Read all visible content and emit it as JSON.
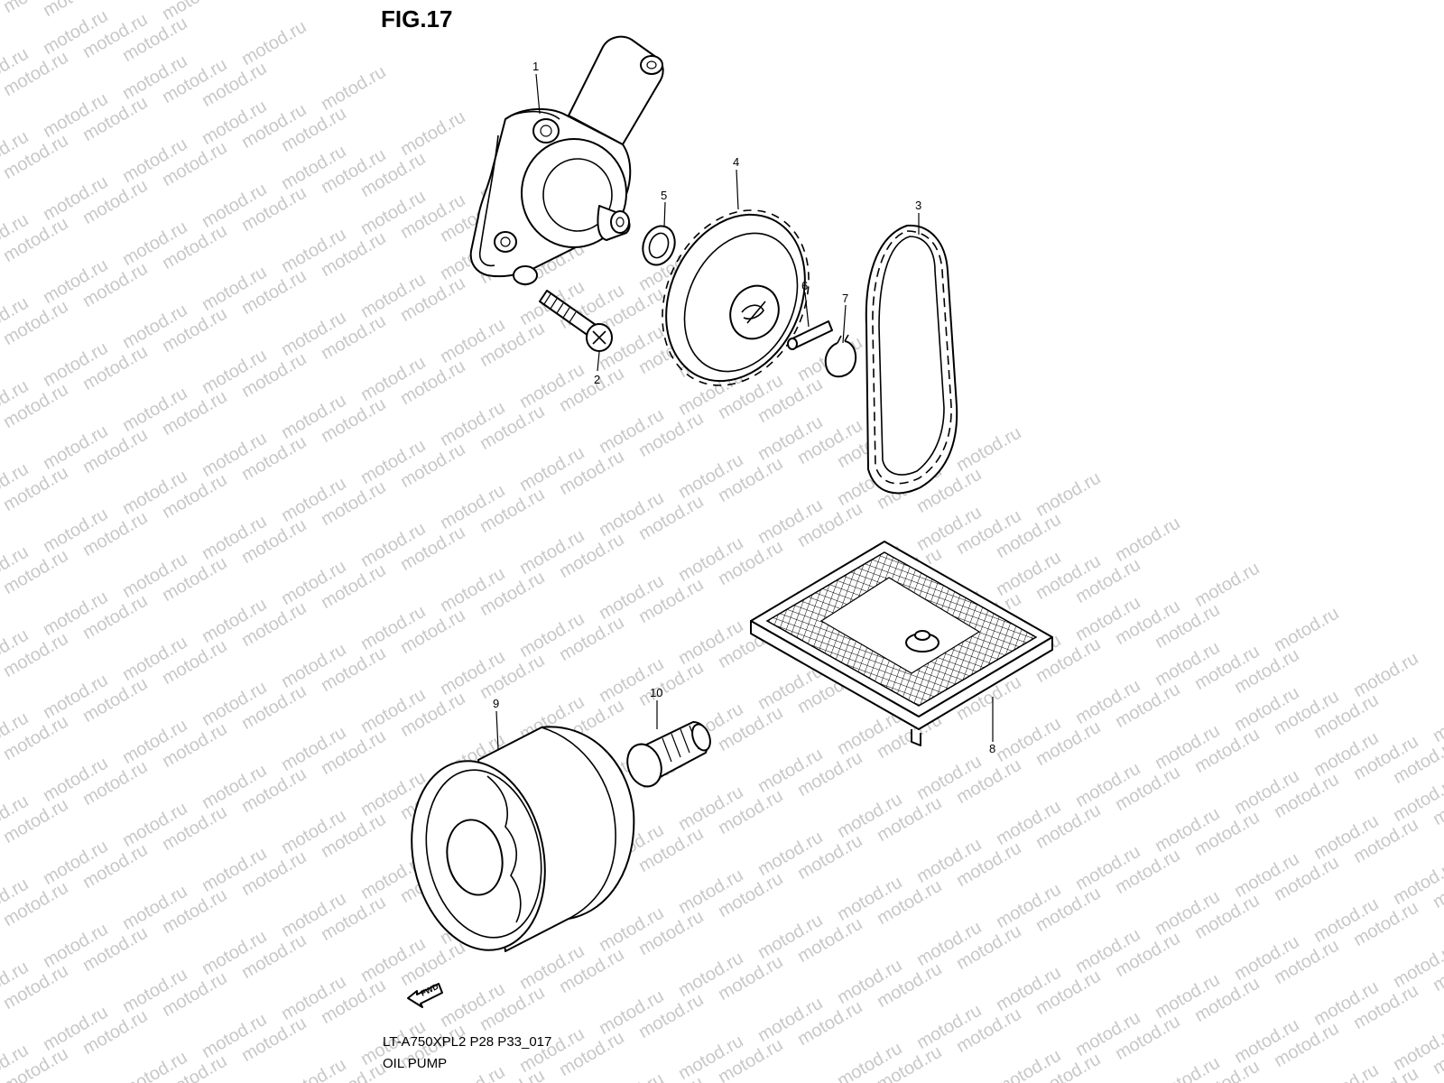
{
  "figure": {
    "title": "FIG.17",
    "watermark_text": "motod.ru",
    "model_code": "LT-A750XPL2 P28 P33_017",
    "assembly_name": "OIL PUMP",
    "direction_marker": "FWD"
  },
  "callouts": [
    {
      "id": "1",
      "label": "1",
      "part": "oil-pump-body"
    },
    {
      "id": "2",
      "label": "2",
      "part": "pump-screw"
    },
    {
      "id": "3",
      "label": "3",
      "part": "drive-chain"
    },
    {
      "id": "4",
      "label": "4",
      "part": "driven-sprocket"
    },
    {
      "id": "5",
      "label": "5",
      "part": "washer"
    },
    {
      "id": "6",
      "label": "6",
      "part": "pin"
    },
    {
      "id": "7",
      "label": "7",
      "part": "circlip"
    },
    {
      "id": "8",
      "label": "8",
      "part": "oil-strainer"
    },
    {
      "id": "9",
      "label": "9",
      "part": "oil-filter"
    },
    {
      "id": "10",
      "label": "10",
      "part": "filter-union"
    }
  ],
  "colors": {
    "ink": "#000000",
    "watermark": "#c8c8c8",
    "background": "#ffffff"
  }
}
